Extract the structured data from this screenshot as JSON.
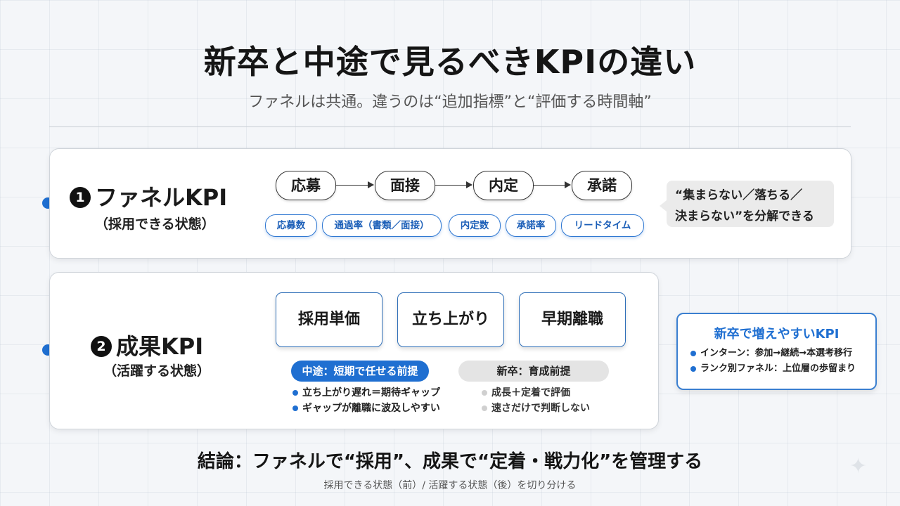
{
  "title": "新卒と中途で見るべきKPIの違い",
  "subtitle": "ファネルは共通。違うのは“追加指標”と“評価する時間軸”",
  "section1": {
    "number": "1",
    "title": "ファネルKPI",
    "subtitle": "（採用できる状態）",
    "stages": [
      "応募",
      "面接",
      "内定",
      "承諾"
    ],
    "metrics": [
      "応募数",
      "通過率（書類／面接）",
      "内定数",
      "承諾率",
      "リードタイム"
    ],
    "note_line1": "“集まらない／落ちる／",
    "note_line2": "決まらない”を分解できる"
  },
  "section2": {
    "number": "2",
    "title": "成果KPI",
    "subtitle": "（活躍する状態）",
    "kpis": [
      "採用単価",
      "立ち上がり",
      "早期離職"
    ],
    "midcareer": {
      "tag": "中途：短期で任せる前提",
      "items": [
        "立ち上がり遅れ＝期待ギャップ",
        "ギャップが離職に波及しやすい"
      ]
    },
    "newgrad": {
      "tag": "新卒：育成前提",
      "items": [
        "成長＋定着で評価",
        "速さだけで判断しない"
      ]
    }
  },
  "sidebox": {
    "title": "新卒で増えやすいKPI",
    "items": [
      "インターン：参加→継続→本選考移行",
      "ランク別ファネル：上位層の歩留まり"
    ]
  },
  "conclusion": "結論：ファネルで“採用”、成果で“定着・戦力化”を管理する",
  "footnote": "採用できる状態（前）/ 活躍する状態（後）を切り分ける",
  "colors": {
    "accent": "#1f6fd1",
    "neutral_tag": "#e4e4e4",
    "text": "#1a1a1a"
  }
}
